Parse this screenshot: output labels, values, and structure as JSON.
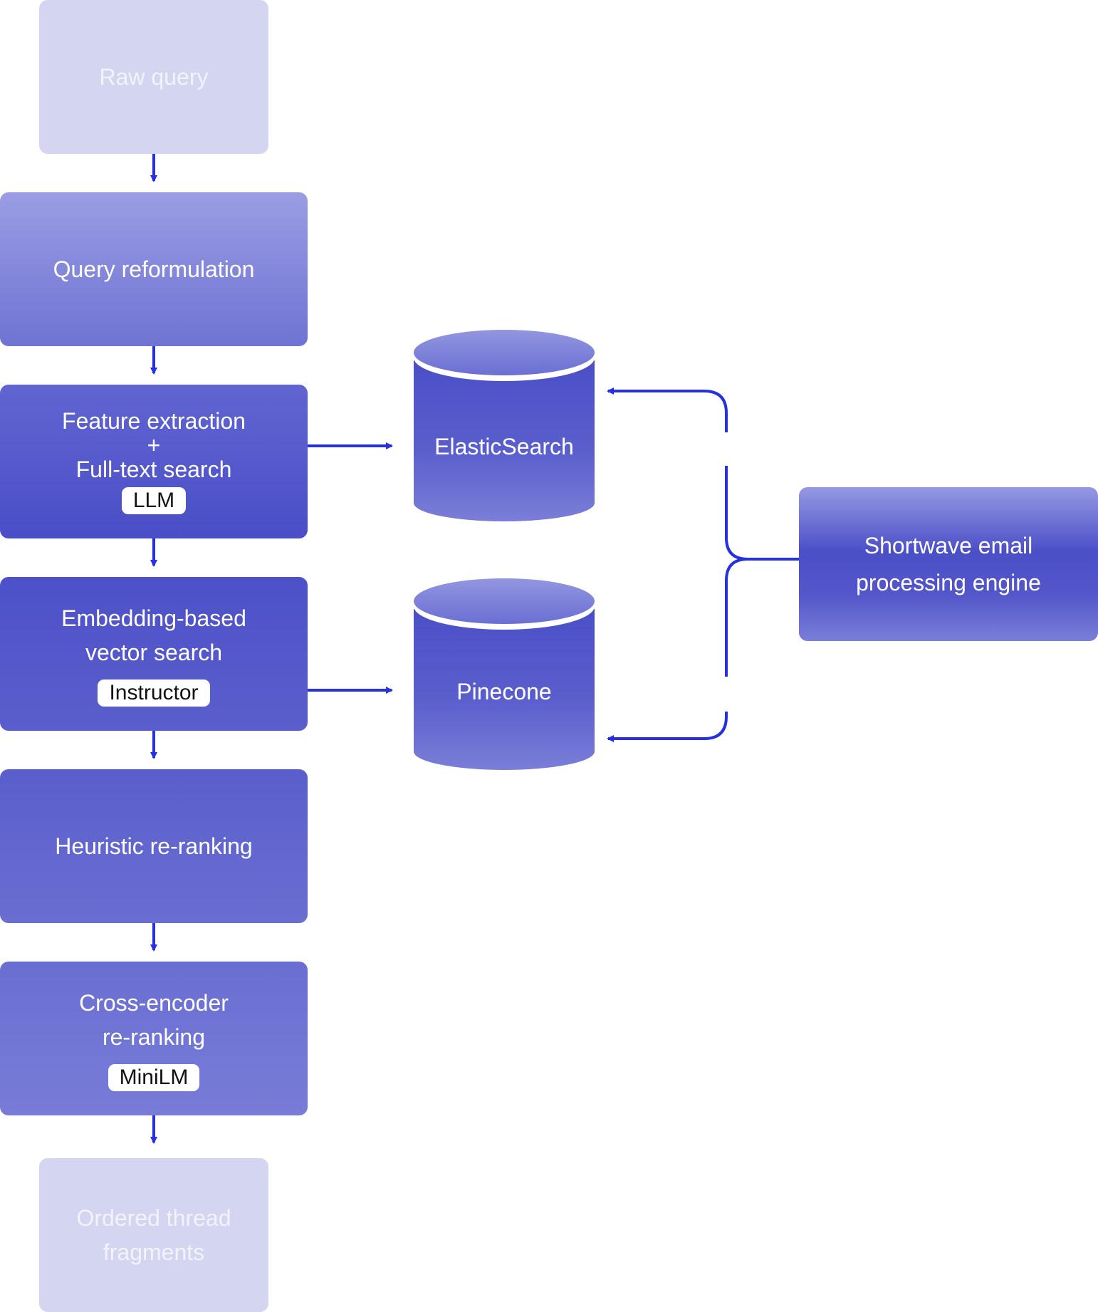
{
  "pipeline": {
    "raw_query": "Raw query",
    "query_reformulation": "Query reformulation",
    "feature_extraction": {
      "line1": "Feature extraction",
      "plus": "+",
      "line2": "Full-text search",
      "badge": "LLM"
    },
    "embedding_search": {
      "title": "Embedding-based\nvector search",
      "badge": "Instructor"
    },
    "heuristic_reranking": "Heuristic re-ranking",
    "cross_encoder": {
      "title": "Cross-encoder\nre-ranking",
      "badge": "MiniLM"
    },
    "output": "Ordered thread\nfragments"
  },
  "databases": {
    "elasticsearch": "ElasticSearch",
    "pinecone": "Pinecone"
  },
  "engine": "Shortwave email\nprocessing engine",
  "colors": {
    "arrow": "#2530e0",
    "light_box": "#d4d5f1",
    "primary": "#4b4fc7",
    "badge_bg": "#ffffff"
  }
}
